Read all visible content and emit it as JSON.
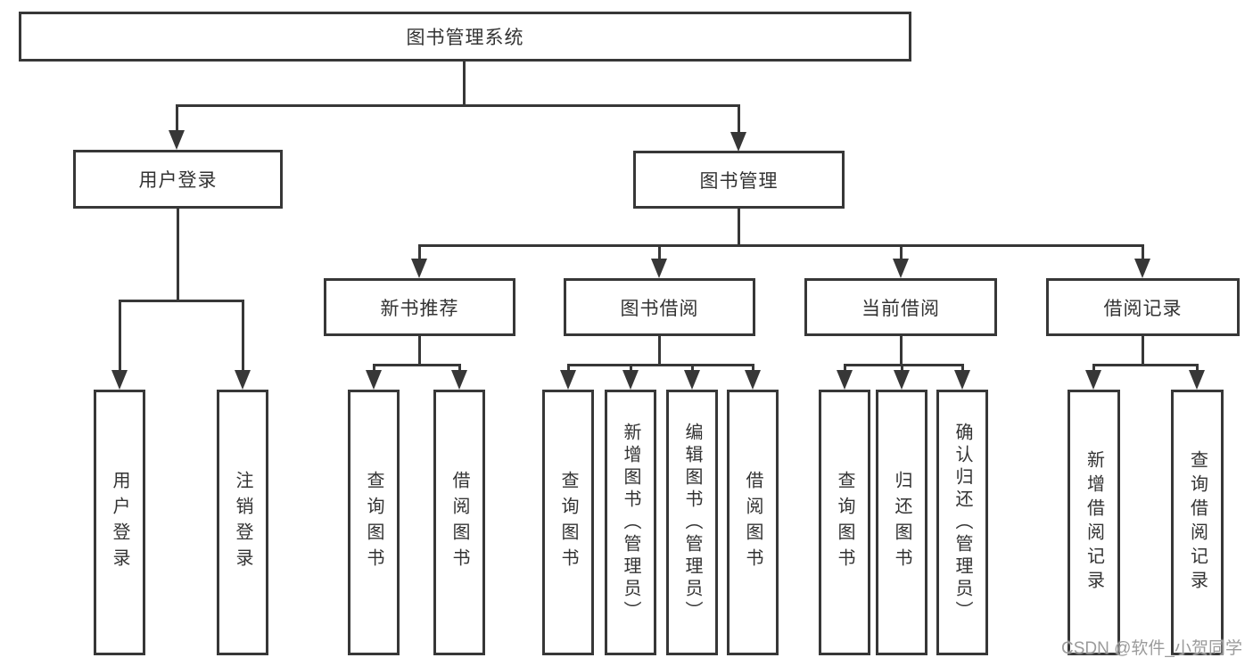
{
  "diagram": {
    "title": "图书管理系统",
    "colors": {
      "line": "#373737",
      "text": "#333333",
      "background": "#ffffff",
      "watermark": "#9b9b9b"
    },
    "nodes": {
      "root": "图书管理系统",
      "user_login": "用户登录",
      "book_mgmt": "图书管理",
      "new_book_rec": "新书推荐",
      "book_borrow": "图书借阅",
      "current_borrow": "当前借阅",
      "borrow_records": "借阅记录",
      "leaf_user_login": "用户登录",
      "leaf_logout": "注销登录",
      "leaf_query_book_a": "查询图书",
      "leaf_borrow_book_a": "借阅图书",
      "leaf_query_book_b": "查询图书",
      "leaf_add_book_admin": "新增图书（管理员）",
      "leaf_edit_book_admin": "编辑图书（管理员）",
      "leaf_borrow_book_b": "借阅图书",
      "leaf_query_book_c": "查询图书",
      "leaf_return_book": "归还图书",
      "leaf_confirm_return_admin": "确认归还（管理员）",
      "leaf_add_borrow_record": "新增借阅记录",
      "leaf_query_borrow_record": "查询借阅记录"
    },
    "watermark": "CSDN @软件_小贺同学"
  }
}
